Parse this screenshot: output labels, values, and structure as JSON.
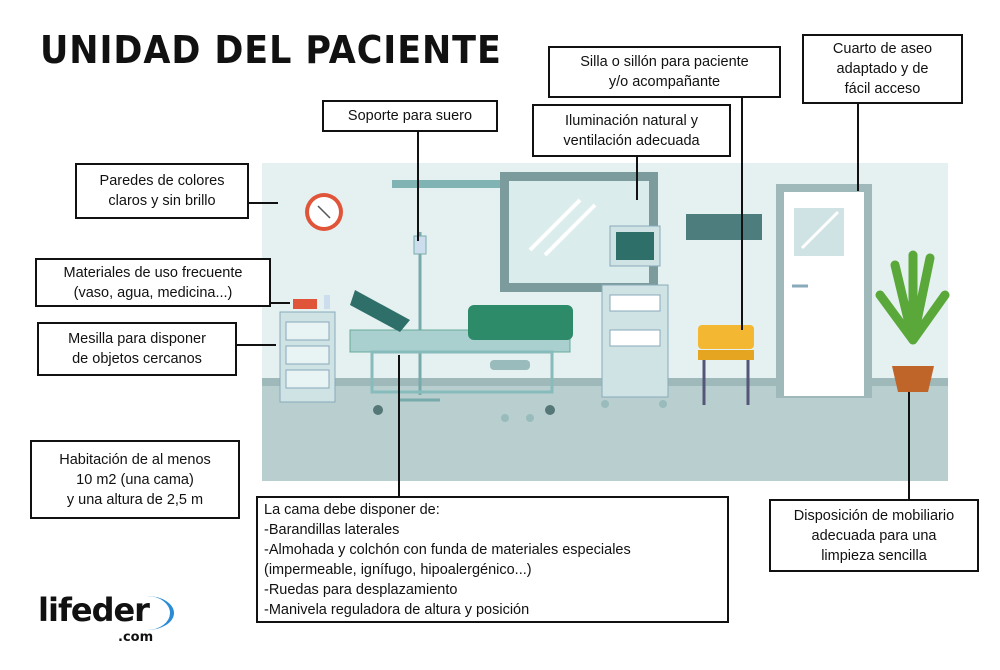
{
  "title": "UNIDAD DEL PACIENTE",
  "labels": {
    "soporte": [
      "Soporte para suero"
    ],
    "silla": [
      "Silla o sillón para paciente",
      "y/o acompañante"
    ],
    "iluminacion": [
      "Iluminación natural y",
      "ventilación adecuada"
    ],
    "cuarto": [
      "Cuarto de aseo",
      "adaptado y de",
      "fácil acceso"
    ],
    "paredes": [
      "Paredes de colores",
      "claros y sin brillo"
    ],
    "materiales": [
      "Materiales de uso frecuente",
      "(vaso, agua, medicina...)"
    ],
    "mesilla": [
      "Mesilla para disponer",
      "de objetos cercanos"
    ],
    "habitacion": [
      "Habitación de al  menos",
      "10 m2 (una cama)",
      "y una altura de 2,5 m"
    ],
    "cama": [
      "La cama debe disponer de:",
      "-Barandillas laterales",
      "-Almohada y colchón con funda de materiales especiales",
      "(impermeable, ignífugo, hipoalergénico...)",
      "-Ruedas para desplazamiento",
      "-Manivela reguladora de altura y posición"
    ],
    "disposicion": [
      "Disposición de mobiliario",
      "adecuada para una",
      "limpieza sencilla"
    ]
  },
  "logo": {
    "name": "lifeder",
    "suffix": ".com"
  },
  "colors": {
    "wall": "#e4f1f0",
    "floor": "#b9cfcf",
    "bed": "#2e8b6a",
    "chair": "#f3b731",
    "clock": "#e0553a",
    "plant": "#5aa83a",
    "pot": "#c0652a"
  }
}
